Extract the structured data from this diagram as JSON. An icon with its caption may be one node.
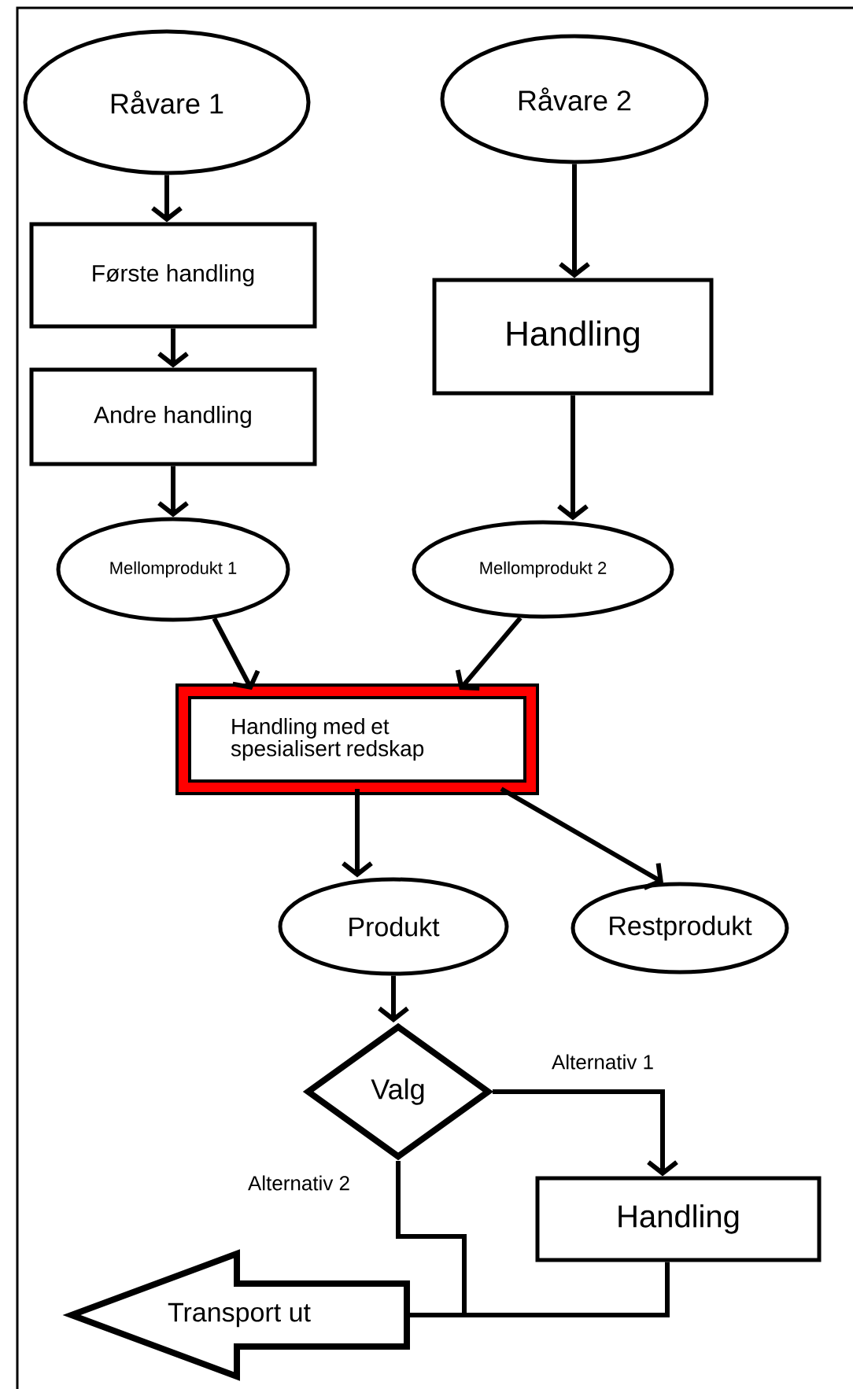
{
  "diagram": {
    "nodes": [
      {
        "text": [
          "Råvare 1"
        ]
      },
      {
        "text": [
          "Råvare 2"
        ]
      },
      {
        "text": [
          "Første handling"
        ]
      },
      {
        "text": [
          "Handling"
        ]
      },
      {
        "text": [
          "Andre handling"
        ]
      },
      {
        "text": [
          "Mellomprodukt 1"
        ]
      },
      {
        "text": [
          "Mellomprodukt 2"
        ]
      },
      {
        "text": [
          "Handling med et spesialisert redskap"
        ]
      },
      {
        "text": [
          "Produkt"
        ]
      },
      {
        "text": [
          "Restprodukt"
        ]
      },
      {
        "text": [
          "Valg"
        ]
      },
      {
        "text": [
          "Handling"
        ]
      },
      {
        "text": [
          "Transport ut"
        ]
      }
    ],
    "edges": [
      {
        "from": 0,
        "to": 2,
        "arrow": "to"
      },
      {
        "from": 2,
        "to": 4,
        "arrow": "to"
      },
      {
        "from": 4,
        "to": 5,
        "arrow": "to"
      },
      {
        "from": 1,
        "to": 3,
        "arrow": "to"
      },
      {
        "from": 3,
        "to": 6,
        "arrow": "to"
      },
      {
        "from": 5,
        "to": 7,
        "arrow": "to"
      },
      {
        "from": 6,
        "to": 7,
        "arrow": "to"
      },
      {
        "from": 7,
        "to": 8,
        "arrow": "to"
      },
      {
        "from": 7,
        "to": 9,
        "arrow": "to"
      },
      {
        "from": 8,
        "to": 10,
        "arrow": "to"
      },
      {
        "from": 10,
        "to": 11,
        "arrow": "to",
        "label": "Alternativ 1"
      },
      {
        "from": 10,
        "to": 12,
        "arrow": "none",
        "label": "Alternativ 2"
      },
      {
        "from": 11,
        "to": 12,
        "arrow": "none"
      }
    ]
  }
}
